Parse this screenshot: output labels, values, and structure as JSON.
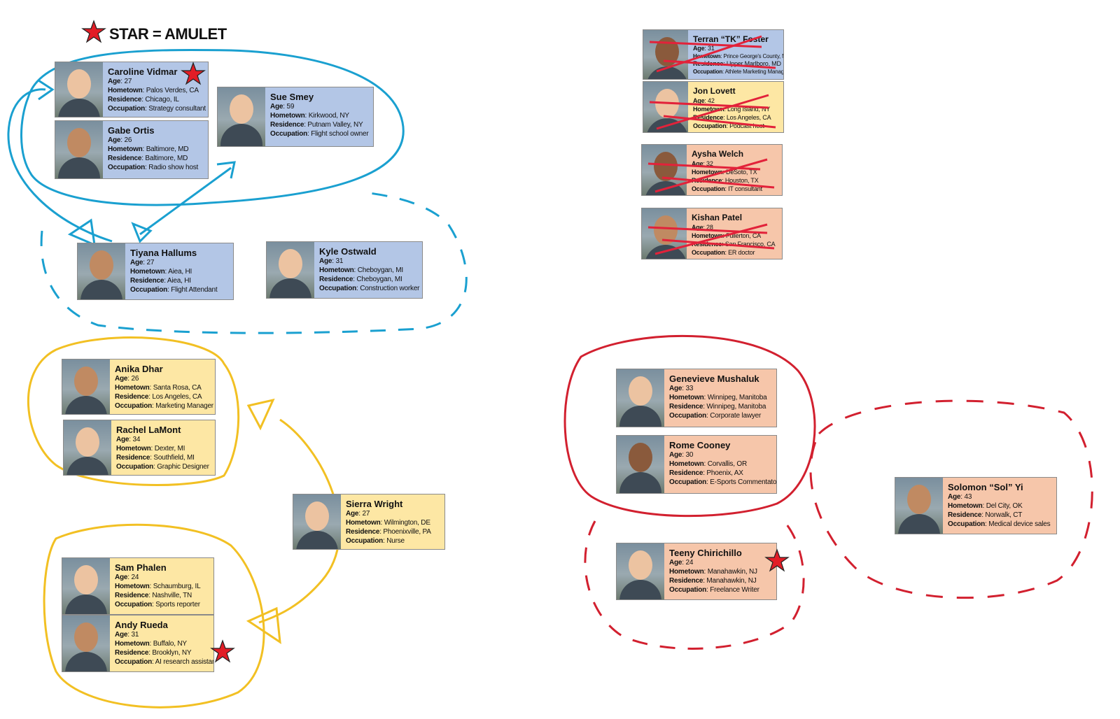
{
  "legend": {
    "text": "STAR = AMULET"
  },
  "colors": {
    "blue_circle": "#1aa0d0",
    "yellow_circle": "#f2c023",
    "red_circle": "#d2202f",
    "cross_out": "#e2223a",
    "star_fill": "#e21d26",
    "card_blue": "#b3c6e6",
    "card_yellow": "#fde7a4",
    "card_salmon": "#f6c6aa"
  },
  "labels": {
    "age": "Age",
    "hometown": "Hometown",
    "residence": "Residence",
    "occupation": "Occupation"
  },
  "contestants": {
    "caroline": {
      "name": "Caroline Vidmar",
      "age": "27",
      "hometown": "Palos Verdes, CA",
      "residence": "Chicago, IL",
      "occupation": "Strategy consultant",
      "amulet": true
    },
    "gabe": {
      "name": "Gabe Ortis",
      "age": "26",
      "hometown": "Baltimore, MD",
      "residence": "Baltimore, MD",
      "occupation": "Radio show host",
      "amulet": false
    },
    "sue": {
      "name": "Sue Smey",
      "age": "59",
      "hometown": "Kirkwood, NY",
      "residence": "Putnam Valley, NY",
      "occupation": "Flight school owner",
      "amulet": false
    },
    "tiyana": {
      "name": "Tiyana Hallums",
      "age": "27",
      "hometown": "Aiea, HI",
      "residence": "Aiea, HI",
      "occupation": "Flight Attendant",
      "amulet": false
    },
    "kyle": {
      "name": "Kyle Ostwald",
      "age": "31",
      "hometown": "Cheboygan, MI",
      "residence": "Cheboygan, MI",
      "occupation": "Construction worker",
      "amulet": false
    },
    "anika": {
      "name": "Anika Dhar",
      "age": "26",
      "hometown": "Santa Rosa, CA",
      "residence": "Los Angeles, CA",
      "occupation": "Marketing Manager",
      "amulet": false
    },
    "rachel": {
      "name": "Rachel LaMont",
      "age": "34",
      "hometown": "Dexter, MI",
      "residence": "Southfield, MI",
      "occupation": "Graphic Designer",
      "amulet": false
    },
    "sierra": {
      "name": "Sierra Wright",
      "age": "27",
      "hometown": "Wilmington, DE",
      "residence": "Phoenixville, PA",
      "occupation": "Nurse",
      "amulet": false
    },
    "sam": {
      "name": "Sam Phalen",
      "age": "24",
      "hometown": "Schaumburg, IL",
      "residence": "Nashville, TN",
      "occupation": "Sports reporter",
      "amulet": false
    },
    "andy": {
      "name": "Andy Rueda",
      "age": "31",
      "hometown": "Buffalo, NY",
      "residence": "Brooklyn, NY",
      "occupation": "AI research assistant",
      "amulet": true
    },
    "terran": {
      "name": "Terran “TK” Foster",
      "age": "31",
      "hometown": "Prince George's County, MD",
      "residence": "Upper Marlboro, MD",
      "occupation": "Athlete Marketing Manager",
      "amulet": false,
      "eliminated": true
    },
    "jon": {
      "name": "Jon Lovett",
      "age": "42",
      "hometown": "Long Island, NY",
      "residence": "Los Angeles, CA",
      "occupation": "Podcast host",
      "amulet": false,
      "eliminated": true
    },
    "aysha": {
      "name": "Aysha Welch",
      "age": "32",
      "hometown": "DeSoto, TX",
      "residence": "Houston, TX",
      "occupation": "IT consultant",
      "amulet": false,
      "eliminated": true
    },
    "kishan": {
      "name": "Kishan Patel",
      "age": "28",
      "hometown": "Fullerton, CA",
      "residence": "San Francisco, CA",
      "occupation": "ER doctor",
      "amulet": false,
      "eliminated": true
    },
    "genevieve": {
      "name": "Genevieve Mushaluk",
      "age": "33",
      "hometown": "Winnipeg, Manitoba",
      "residence": "Winnipeg, Manitoba",
      "occupation": "Corporate lawyer",
      "amulet": false
    },
    "rome": {
      "name": "Rome Cooney",
      "age": "30",
      "hometown": "Corvallis, OR",
      "residence": "Phoenix, AX",
      "occupation": "E-Sports Commentator",
      "amulet": false
    },
    "teeny": {
      "name": "Teeny Chirichillo",
      "age": "24",
      "hometown": "Manahawkin, NJ",
      "residence": "Manahawkin, NJ",
      "occupation": "Freelance Writer",
      "amulet": true
    },
    "sol": {
      "name": "Solomon “Sol” Yi",
      "age": "43",
      "hometown": "Del City, OK",
      "residence": "Norwalk, CT",
      "occupation": "Medical device sales",
      "amulet": false
    }
  }
}
